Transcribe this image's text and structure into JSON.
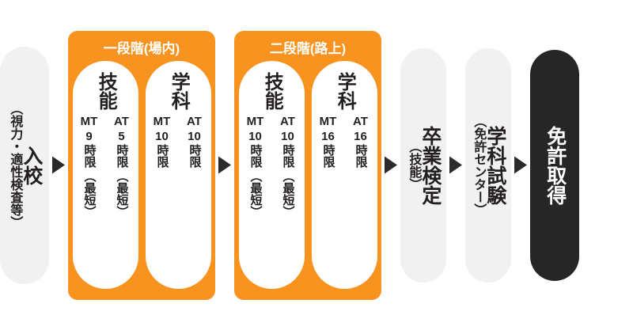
{
  "diagram": {
    "title_text": "",
    "colors": {
      "orange": "#f7931e",
      "grey": "#f1f1f1",
      "dark": "#262626",
      "text": "#231f20",
      "white": "#ffffff"
    },
    "arrow_glyph": "▶",
    "nodes": [
      {
        "id": "entry",
        "type": "pill",
        "style": "grey",
        "main": "入校",
        "sub": "（視力・適性検査等）"
      },
      {
        "id": "stage-1",
        "type": "stage",
        "title": "一段階(場内)",
        "subpills": [
          {
            "id": "stage1-skill",
            "title": "技能",
            "columns": [
              {
                "transmission": "MT",
                "hours": "9",
                "unit": "時限",
                "note": "（最短）"
              },
              {
                "transmission": "AT",
                "hours": "5",
                "unit": "時限",
                "note": "（最短）"
              }
            ]
          },
          {
            "id": "stage1-academic",
            "title": "学科",
            "columns": [
              {
                "transmission": "MT",
                "hours": "10",
                "unit": "時限",
                "note": ""
              },
              {
                "transmission": "AT",
                "hours": "10",
                "unit": "時限",
                "note": ""
              }
            ]
          }
        ]
      },
      {
        "id": "stage-2",
        "type": "stage",
        "title": "二段階(路上)",
        "subpills": [
          {
            "id": "stage2-skill",
            "title": "技能",
            "columns": [
              {
                "transmission": "MT",
                "hours": "10",
                "unit": "時限",
                "note": "（最短）"
              },
              {
                "transmission": "AT",
                "hours": "10",
                "unit": "時限",
                "note": "（最短）"
              }
            ]
          },
          {
            "id": "stage2-academic",
            "title": "学科",
            "columns": [
              {
                "transmission": "MT",
                "hours": "16",
                "unit": "時限",
                "note": ""
              },
              {
                "transmission": "AT",
                "hours": "16",
                "unit": "時限",
                "note": ""
              }
            ]
          }
        ]
      },
      {
        "id": "graduation-exam",
        "type": "pill",
        "style": "grey",
        "main": "卒業検定",
        "sub": "（技能）"
      },
      {
        "id": "written-exam",
        "type": "pill",
        "style": "grey",
        "main": "学科試験",
        "sub": "（免許センター）"
      },
      {
        "id": "license-acquired",
        "type": "pill",
        "style": "dark",
        "main": "免許取得",
        "sub": ""
      }
    ]
  }
}
